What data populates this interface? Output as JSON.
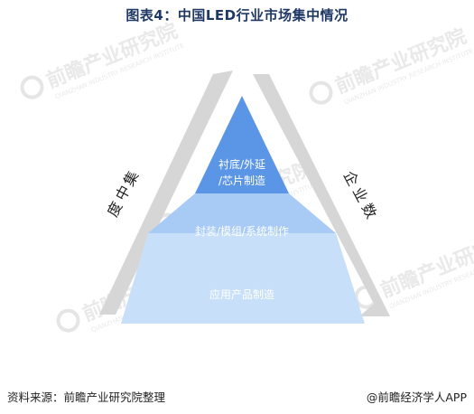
{
  "title": "图表4：中国LED行业市场集中情况",
  "pyramid": {
    "levels": [
      {
        "label_lines": [
          "衬底/外延",
          "/芯片制造"
        ],
        "color": "#5b95e6"
      },
      {
        "label_lines": [
          "封装/模组/系统制作"
        ],
        "color": "#a8cbf6"
      },
      {
        "label_lines": [
          "应用产品制造"
        ],
        "color": "#c7dff8"
      }
    ]
  },
  "left_arrow": {
    "label_chars": [
      "集",
      "中",
      "度"
    ]
  },
  "right_arrow": {
    "label_chars": [
      "企",
      "业",
      "数"
    ]
  },
  "watermark": {
    "text": "前瞻产业研究院",
    "subtext": "QIANZHAN INDUSTRY RESEARCH INSTITUTE"
  },
  "footer": {
    "source": "资料来源：前瞻产业研究院整理",
    "brand": "@前瞻经济学人APP"
  },
  "colors": {
    "arrow": "#d6d6d6",
    "label_white": "#ffffff",
    "side_label": "#222222",
    "title": "#1f3864"
  }
}
